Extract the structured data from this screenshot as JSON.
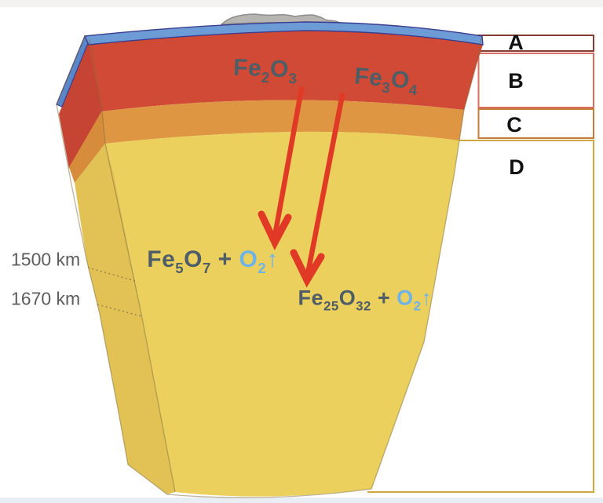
{
  "colors": {
    "layer_red": "#d04a36",
    "layer_red_side": "#c64434",
    "layer_orange": "#de9642",
    "layer_orange_side": "#d68c3a",
    "layer_yellow": "#ecd05e",
    "layer_yellow_side": "#e2c254",
    "layer_blue": "#6d9bd6",
    "layer_blue_side": "#5a87c8",
    "blue_stroke": "#3c3c8e",
    "continent_gray": "#b6b5b2",
    "continent_stroke": "#8e8d8a",
    "arrow_red": "#e03a27",
    "formula_dark": "#4e5d66",
    "formula_blue": "#6db3e8",
    "depth_text": "#5d5d5d",
    "letter_black": "#111111",
    "edge_line": "#7d6a38",
    "dotted_line": "#97824e",
    "top_strip": "#f3f2f0",
    "bottom_strip": "#e9eef4"
  },
  "layer_boxes": [
    {
      "label": "A",
      "border": "#843b32"
    },
    {
      "label": "B",
      "border": "#d96e5e"
    },
    {
      "label": "C",
      "border": "#c57c38"
    },
    {
      "label": "D",
      "border": "#cfa93f"
    }
  ],
  "depth_labels": [
    {
      "text": "1500 km"
    },
    {
      "text": "1670 km"
    }
  ],
  "reactions": {
    "reactant_1": [
      {
        "t": "Fe"
      },
      {
        "t": "2",
        "sub": true
      },
      {
        "t": "O"
      },
      {
        "t": "3",
        "sub": true
      }
    ],
    "reactant_2": [
      {
        "t": "Fe"
      },
      {
        "t": "3",
        "sub": true
      },
      {
        "t": "O"
      },
      {
        "t": "4",
        "sub": true
      }
    ],
    "product_1": [
      {
        "t": "Fe"
      },
      {
        "t": "5",
        "sub": true
      },
      {
        "t": "O"
      },
      {
        "t": "7",
        "sub": true
      },
      {
        "t": " + "
      },
      {
        "t": "O",
        "blue": true
      },
      {
        "t": "2",
        "sub": true,
        "blue": true
      },
      {
        "t": "↑",
        "blue": true
      }
    ],
    "product_2": [
      {
        "t": "Fe"
      },
      {
        "t": "25",
        "sub": true
      },
      {
        "t": "O"
      },
      {
        "t": "32",
        "sub": true
      },
      {
        "t": " + "
      },
      {
        "t": "O",
        "blue": true
      },
      {
        "t": "2",
        "sub": true,
        "blue": true
      },
      {
        "t": "↑",
        "blue": true
      }
    ]
  }
}
